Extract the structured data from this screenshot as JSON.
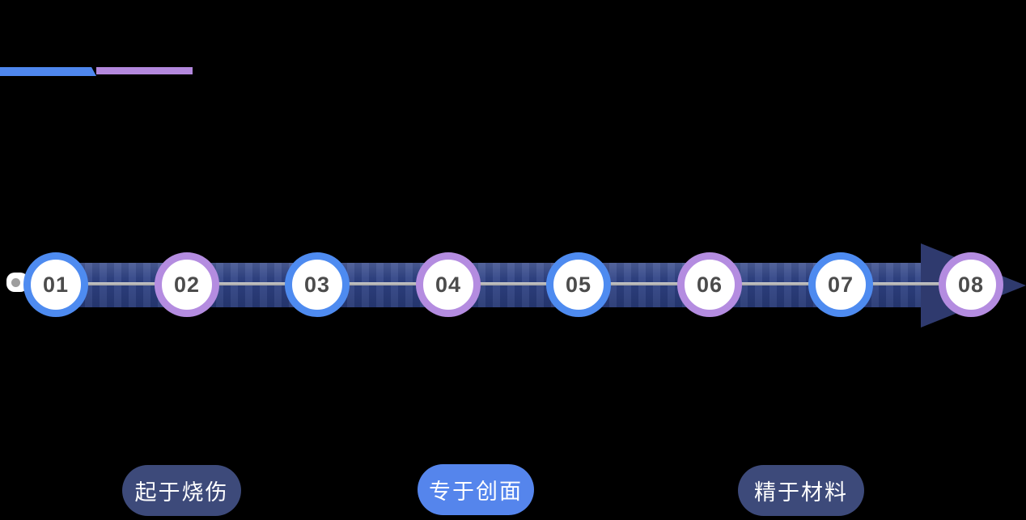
{
  "background": "#000000",
  "title_underline": {
    "blue_color": "#4f87ee",
    "purple_color": "#b388dd"
  },
  "timeline": {
    "band_color": "#2c4084",
    "arrow_color": "#2f3a6e",
    "connector_color": "#b3b3b3",
    "start_dot_color": "#9e9e9e",
    "ring_colors": {
      "blue": "#4e8bf0",
      "purple": "#b48ce0"
    },
    "number_color": "#4c4c4c",
    "steps": [
      {
        "number": "01",
        "ring": "blue"
      },
      {
        "number": "02",
        "ring": "purple"
      },
      {
        "number": "03",
        "ring": "blue"
      },
      {
        "number": "04",
        "ring": "purple"
      },
      {
        "number": "05",
        "ring": "blue"
      },
      {
        "number": "06",
        "ring": "purple"
      },
      {
        "number": "07",
        "ring": "blue"
      },
      {
        "number": "08",
        "ring": "purple"
      }
    ]
  },
  "labels": [
    {
      "text": "起于烧伤",
      "color": "#3d4a7a"
    },
    {
      "text": "专于创面",
      "color": "#5585ec"
    },
    {
      "text": "精于材料",
      "color": "#3d4a7a"
    }
  ]
}
